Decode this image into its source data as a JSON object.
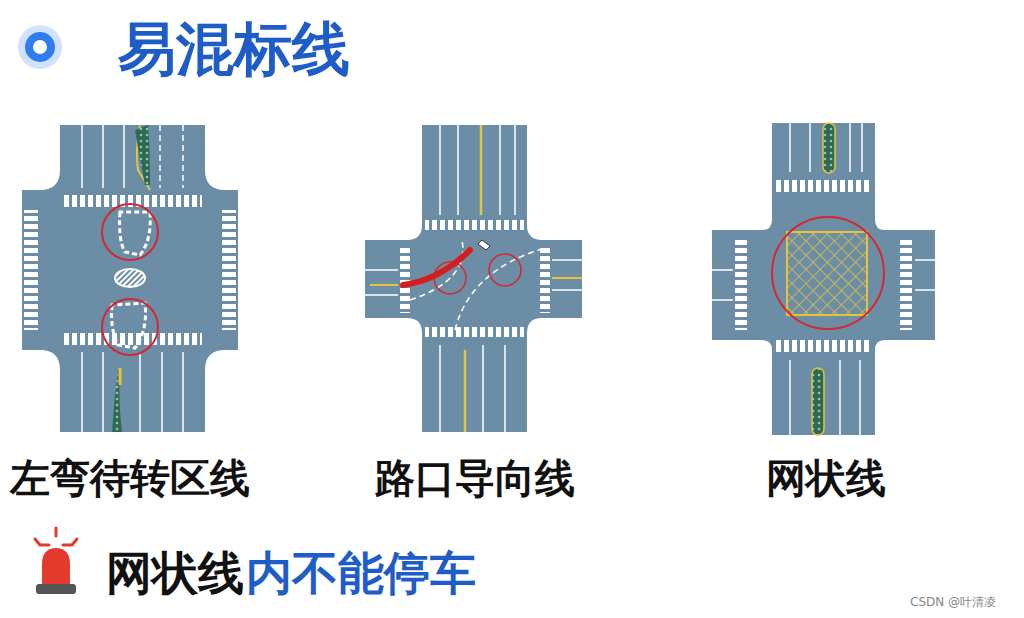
{
  "diagram": {
    "title": "易混标线",
    "labels": [
      "左弯待转区线",
      "路口导向线",
      "网状线",
      "网状线",
      "内不能停车",
      "CSDN @叶清凌"
    ]
  }
}
